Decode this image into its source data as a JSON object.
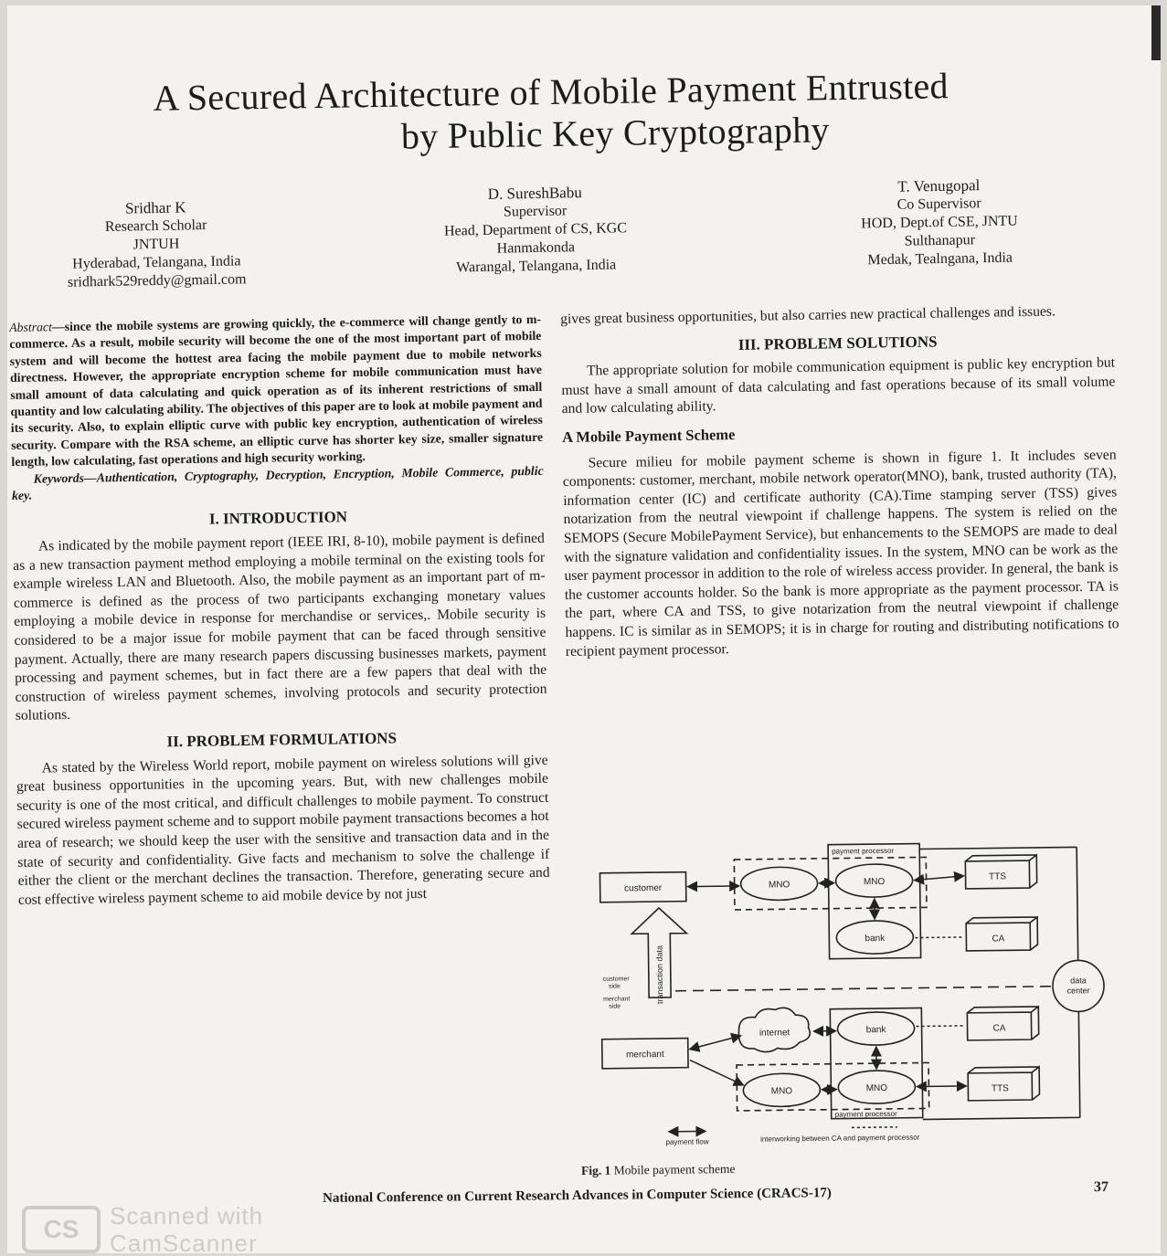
{
  "title": {
    "line1": "A Secured Architecture of Mobile Payment Entrusted",
    "line2": "by Public Key Cryptography"
  },
  "authors": [
    {
      "name": "Sridhar K",
      "lines": [
        "Research Scholar",
        "JNTUH",
        "Hyderabad, Telangana, India",
        "sridhark529reddy@gmail.com"
      ]
    },
    {
      "name": "D. SureshBabu",
      "lines": [
        "Supervisor",
        "Head, Department of CS, KGC",
        "Hanmakonda",
        "Warangal, Telangana, India"
      ]
    },
    {
      "name": "T. Venugopal",
      "lines": [
        "Co Supervisor",
        "HOD, Dept.of CSE, JNTU",
        "Sulthanapur",
        "Medak, Tealngana, India"
      ]
    }
  ],
  "abstract": {
    "label": "Abstract",
    "text": "—since the mobile systems are growing quickly, the e-commerce will change gently to m-commerce. As a result, mobile security will become the one of the most important part of mobile system and will become the hottest area facing the mobile payment due to mobile networks directness. However, the appropriate encryption scheme for mobile communication must have small amount of data calculating and quick operation as of its inherent restrictions of small quantity and low calculating ability. The objectives of this paper are to look at mobile payment and its security. Also, to explain elliptic curve with public key encryption, authentication of wireless security. Compare with the RSA scheme, an elliptic curve has shorter key size, smaller signature length, low calculating, fast operations and high security working."
  },
  "keywords": "Keywords—Authentication, Cryptography, Decryption, Encryption, Mobile Commerce, public key.",
  "sections": {
    "intro_heading": "I. INTRODUCTION",
    "intro_text": "As indicated by the mobile payment report (IEEE IRI, 8-10), mobile payment is defined as a new transaction payment method employing a mobile terminal on the existing tools for example wireless LAN and Bluetooth. Also, the mobile payment as an important part of m-commerce is defined as the process of two participants exchanging monetary values employing a mobile device in response for merchandise or services,. Mobile security is considered to be a major issue for mobile payment that can be faced through sensitive payment. Actually, there are many research papers discussing businesses markets, payment processing and payment schemes, but in fact there are a few papers that deal with the construction of wireless payment schemes, involving protocols and security protection solutions.",
    "formulation_heading": "II. PROBLEM FORMULATIONS",
    "formulation_text": "As stated by the Wireless World report, mobile payment on wireless solutions will give great business opportunities in the upcoming years. But, with new challenges mobile security is one of the most critical, and difficult challenges to mobile payment. To construct secured wireless payment scheme and to support mobile payment transactions becomes a hot area of research; we should keep the user with the sensitive and transaction data and in the state of security and confidentiality. Give facts and mechanism to solve the challenge if either the client or the merchant declines the transaction. Therefore, generating secure and cost effective wireless payment scheme to aid mobile device by not just",
    "continued_text": "gives great business opportunities, but also carries new practical challenges and issues.",
    "solutions_heading": "III. PROBLEM SOLUTIONS",
    "solutions_text": "The appropriate solution for mobile communication equipment is public key encryption but must have a small amount of data calculating and fast operations because of its small volume and low calculating ability.",
    "scheme_heading": "A Mobile Payment Scheme",
    "scheme_text": "Secure milieu for mobile payment scheme is shown in figure 1. It includes seven components: customer, merchant, mobile network operator(MNO), bank, trusted authority (TA), information center (IC) and certificate authority (CA).Time stamping server (TSS) gives notarization from the neutral viewpoint if challenge happens. The system is relied on the SEMOPS (Secure MobilePayment Service), but enhancements to the SEMOPS are made to deal with the signature validation and confidentiality issues. In the system, MNO can be work as the user payment processor in addition to the role of wireless access provider. In general, the bank is the customer accounts holder. So the bank is more appropriate as the payment processor. TA is the part, where CA and TSS, to give notarization from the neutral viewpoint if challenge happens. IC is similar as in SEMOPS; it is in charge for routing and distributing notifications to recipient payment processor."
  },
  "figure": {
    "customer": "customer",
    "merchant": "merchant",
    "mno": "MNO",
    "bank": "bank",
    "internet": "internet",
    "tts": "TTS",
    "ca": "CA",
    "data_center_1": "data",
    "data_center_2": "center",
    "payment_processor": "payment processor",
    "transaction_data": "transaction data",
    "customer_side_1": "customer",
    "customer_side_2": "side",
    "merchant_side_1": "merchant",
    "merchant_side_2": "side",
    "legend_flow": "payment flow",
    "legend_interworking": "interworking between CA and payment processor",
    "caption_label": "Fig. 1",
    "caption_text": "Mobile payment scheme"
  },
  "footer": {
    "conference": "National Conference on Current Research Advances in Computer Science (CRACS-17)",
    "page_number": "37"
  },
  "watermark": {
    "logo": "CS",
    "line1": "Scanned with",
    "line2": "CamScanner"
  }
}
